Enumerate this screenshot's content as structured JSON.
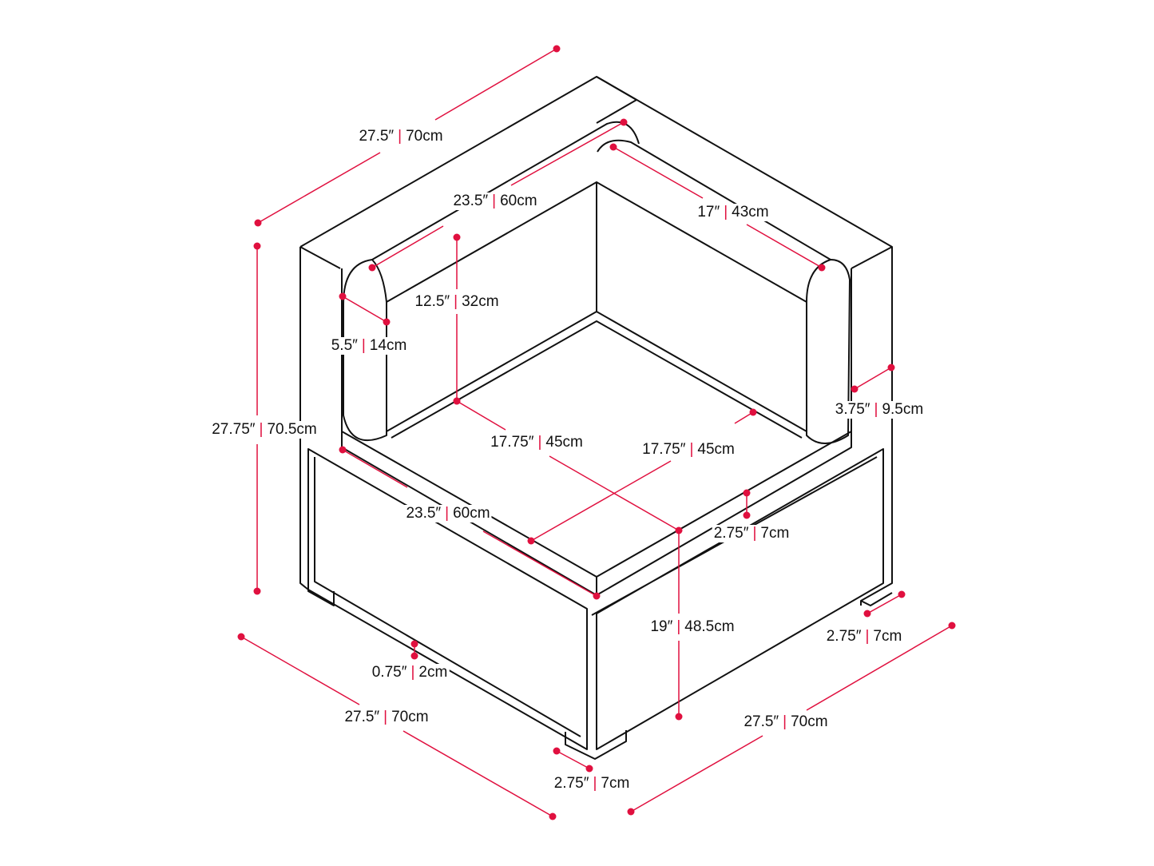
{
  "accent_color": "#e0103f",
  "dimensions": [
    {
      "name": "overall-depth-top",
      "imperial": "27.5″",
      "metric": "70cm"
    },
    {
      "name": "back-cushion-length",
      "imperial": "23.5″",
      "metric": "60cm"
    },
    {
      "name": "side-cushion-length",
      "imperial": "17″",
      "metric": "43cm"
    },
    {
      "name": "back-cushion-height",
      "imperial": "12.5″",
      "metric": "32cm"
    },
    {
      "name": "cushion-thickness",
      "imperial": "5.5″",
      "metric": "14cm"
    },
    {
      "name": "overall-height",
      "imperial": "27.75″",
      "metric": "70.5cm"
    },
    {
      "name": "frame-thickness",
      "imperial": "3.75″",
      "metric": "9.5cm"
    },
    {
      "name": "seat-depth-left",
      "imperial": "17.75″",
      "metric": "45cm"
    },
    {
      "name": "seat-depth-right",
      "imperial": "17.75″",
      "metric": "45cm"
    },
    {
      "name": "seat-cushion-length",
      "imperial": "23.5″",
      "metric": "60cm"
    },
    {
      "name": "seat-cushion-thickness",
      "imperial": "2.75″",
      "metric": "7cm"
    },
    {
      "name": "seat-height",
      "imperial": "19″",
      "metric": "48.5cm"
    },
    {
      "name": "leg-width-right",
      "imperial": "2.75″",
      "metric": "7cm"
    },
    {
      "name": "leg-height",
      "imperial": "0.75″",
      "metric": "2cm"
    },
    {
      "name": "overall-width-left",
      "imperial": "27.5″",
      "metric": "70cm"
    },
    {
      "name": "overall-width-right",
      "imperial": "27.5″",
      "metric": "70cm"
    },
    {
      "name": "leg-width-front",
      "imperial": "2.75″",
      "metric": "7cm"
    }
  ]
}
